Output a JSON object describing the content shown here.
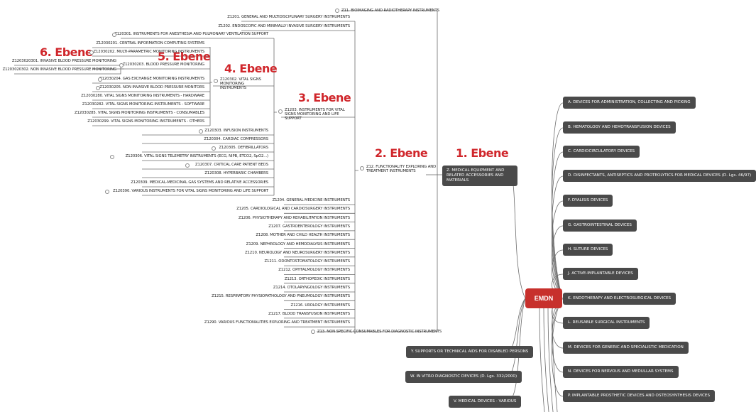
{
  "root": "EMDN",
  "level_labels": {
    "l1": "1. Ebene",
    "l2": "2. Ebene",
    "l3": "3. Ebene",
    "l4": "4. Ebene",
    "l5": "5. Ebene",
    "l6": "6. Ebene"
  },
  "z_branch": {
    "label": "Z. MEDICAL EQUIPMENT AND RELATED ACCESSORIES AND MATERIALS",
    "z11": "Z11. BIOIMAGING AND RADIOTHERAPY INSTRUMENTS",
    "z12": "Z12. FUNCTIONALITY EXPLORING AND TREATMENT INSTRUMENTS",
    "z13": "Z13. NON SPECIFIC CONSUMABLES FOR DIAGNOSTIC INSTRUMENTS",
    "z12_children_top": [
      "Z1201. GENERAL AND MULTIDISCIPLINARY SURGERY INSTRUMENTS",
      "Z1202. ENDOSCOPIC AND MINIMALLY INVASIVE SURGERY INSTRUMENTS"
    ],
    "z1203": "Z1203. INSTRUMENTS FOR VITAL SIGNS MONITORING AND LIFE SUPPORT",
    "z12_children_bottom": [
      "Z1204. GENERAL MEDICINE INSTRUMENTS",
      "Z1205. CARDIOLOGICAL AND CARDIOSURGERY INSTRUMENTS",
      "Z1206. PHYSIOTHERAPY AND REHABILITATION INSTRUMENTS",
      "Z1207. GASTROENTEROLOGY INSTRUMENTS",
      "Z1208. MOTHER AND CHILD HEALTH INSTRUMENTS",
      "Z1209. NEPHROLOGY AND HEMODIALYSIS INSTRUMENTS",
      "Z1210. NEUROLOGY AND NEUROSURGERY INSTRUMENTS",
      "Z1211. ODONTOSTOMATOLOGY INSTRUMENTS",
      "Z1212. OPHTALMOLOGY INSTRUMENTS",
      "Z1213. ORTHOPEDIC INSTRUMENTS",
      "Z1214. OTOLARYNGOLOGY INSTRUMENTS",
      "Z1215. RESPIRATORY PHYSIOPATHOLOGY AND PNEUMOLOGY INSTRUMENTS",
      "Z1216. UROLOGY INSTRUMENTS",
      "Z1217. BLOOD TRANSFUSION INSTRUMENTS",
      "Z1290. VARIOUS FUNCTIONALITIES EXPLORING AND TREATMENT INSTRUMENTS"
    ],
    "z1203_children_top": [
      "Z120301. INSTRUMENTS FOR ANESTHESIA AND PULMONARY VENTILATION SUPPORT"
    ],
    "z120302": "Z120302. VITAL SIGNS MONITORING INSTRUMENTS",
    "z1203_children_bottom": [
      "Z120303. INFUSION INSTRUMENTS",
      "Z120304. CARDIAC COMPRESSORS",
      "Z120305. DEFIBRILLATORS",
      "Z120306. VITAL SIGNS TELEMETRY INSTRUMENTS (ECG, NIPB, ETCO2, SpO2...)",
      "Z120307. CRITICAL CARE PATIENT BEDS",
      "Z120308. HYPERBARIC CHAMBERS",
      "Z120309. MEDICAL-MEDICINAL GAS SYSTEMS AND RELATIVE ACCESSORIES",
      "Z120390. VARIOUS INSTRUMENTS FOR VITAL SIGNS MONITORING AND LIFE SUPPORT"
    ],
    "z120302_children": [
      "Z12030201. CENTRAL INFORMATION COMPUTING SYSTEMS",
      "Z12030202. MULTI-PARAMETRIC MONITORING INSTRUMENTS",
      "Z12030203. BLOOD PRESSURE MONITORING",
      "Z12030204. GAS EXCHANGE MONITORING INSTRUMENTS",
      "Z12030205. NON INVASIVE BLOOD PRESSURE MONITORS",
      "Z12030280. VITAL SIGNS MONITORING INSTRUMENTS - HARDWARE",
      "Z12030282. VITAL SIGNS MONITORING INSTRUMENTS - SOFTWARE",
      "Z12030285. VITAL SIGNS MONITORING INSTRUMENTS - CONSUMABLES",
      "Z12030299. VITAL SIGNS MONITORING INSTRUMENTS - OTHERS"
    ],
    "z12030203_children": [
      "Z1203020301. INVASIVE BLOOD PRESSURE MONITORING",
      "Z1203020302. NON INVASIVE BLOOD PRESSURE MONITORING"
    ]
  },
  "right_categories": [
    "A. DEVICES FOR ADMINISTRATION, COLLECTING AND PICKING",
    "B. HEMATOLOGY AND HEMOTRANSFUSION DEVICES",
    "C. CARDIOCIRCULATORY DEVICES",
    "D. DISINFECTANTS, ANTISEPTICS AND PROTEOLYTICS FOR MEDICAL DEVICES (D. Lgs. 46/97)",
    "F. DYALISIS DEVICES",
    "G. GASTROINTESTINAL DEVICES",
    "H. SUTURE DEVICES",
    "J. ACTIVE-IMPLANTABLE DEVICES",
    "K. ENDOTHERAPY AND ELECTROSURGICAL DEVICES",
    "L. REUSABLE SURGICAL INSTRUMENTS",
    "M. DEVICES FOR GENERIC AND SPECIALISTIC MEDICATION",
    "N. DEVICES FOR NERVOUS AND MEDULLAR SYSTEMS",
    "P. IMPLANTABLE PROSTHETIC DEVICES AND OSTEOSYNTHESIS DEVICES"
  ],
  "left_categories": [
    "Y. SUPPORTS OR TECHNICAL AIDS FOR DISABLED PERSONS",
    "W. IN VITRO DIAGNOSTIC DEVICES (D. Lgs. 332/2000)",
    "V. MEDICAL DEVICES - VARIOUS"
  ]
}
